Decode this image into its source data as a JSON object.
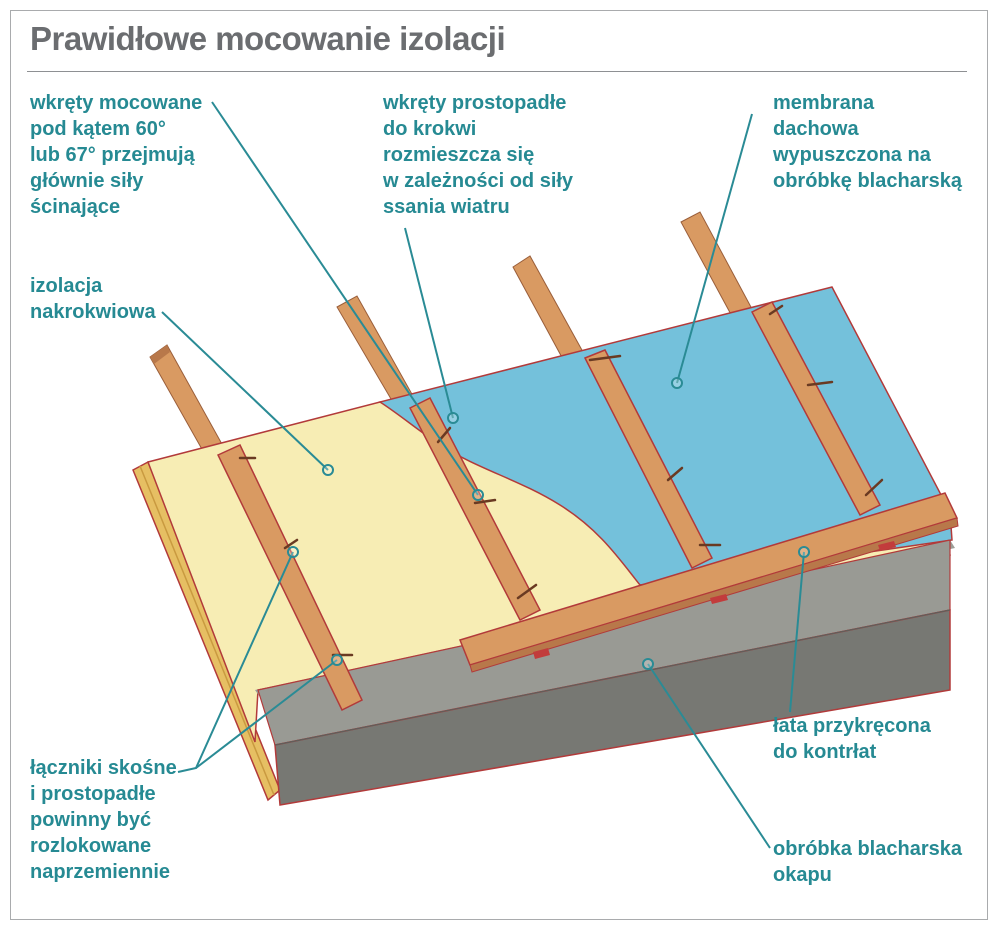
{
  "title": "Prawidłowe mocowanie izolacji",
  "labels": {
    "screws_angled": "wkręty mocowane\npod kątem 60°\nlub 67° przejmują\ngłównie siły\nścinające",
    "screws_perpendicular": "wkręty prostopadłe\ndo krokwi\nrozmieszcza się\nw zależności od siły\nssania wiatru",
    "membrane": "membrana\ndachowa\nwypuszczona na\nobróbkę blacharską",
    "insulation": "izolacja\nnakrokwiowa",
    "connectors": "łączniki skośne\ni prostopadłe\npowinny być\nrozlokowane\nnaprzemiennie",
    "batten": "łata przykręcona\ndo kontrłat",
    "flashing": "obróbka blacharska\nokapu"
  },
  "colors": {
    "label_text": "#268a93",
    "leader_line": "#2a8b95",
    "title_text": "#6b6d70",
    "rafter": "#d99a62",
    "insulation": "#f7edb4",
    "membrane": "#74c1db",
    "flashing": "#7a7b77",
    "outline": "#b23a3a"
  }
}
